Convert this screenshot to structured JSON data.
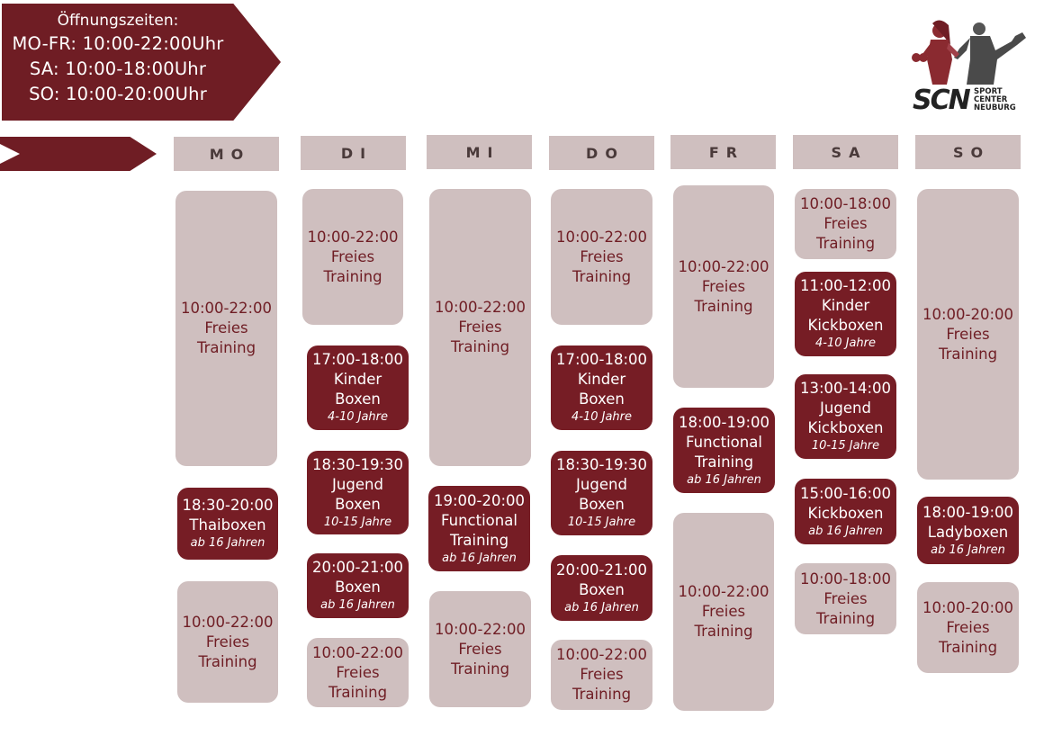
{
  "hours": {
    "title": "Öffnungszeiten:",
    "lines": [
      "MO-FR: 10:00-22:00Uhr",
      "SA: 10:00-18:00Uhr",
      "SO: 10:00-20:00Uhr"
    ]
  },
  "logo": {
    "brand": "SCN",
    "lines": [
      "SPORT",
      "CENTER",
      "NEUBURG"
    ]
  },
  "days": [
    {
      "label": "MO",
      "entries": [
        {
          "time": "10:00-22:00",
          "name": [
            "Freies",
            "Training"
          ],
          "age": "",
          "style": "light"
        },
        {
          "time": "18:30-20:00",
          "name": [
            "Thaiboxen"
          ],
          "age": "ab 16 Jahren",
          "style": "dark"
        },
        {
          "time": "10:00-22:00",
          "name": [
            "Freies",
            "Training"
          ],
          "age": "",
          "style": "light"
        }
      ]
    },
    {
      "label": "DI",
      "entries": [
        {
          "time": "10:00-22:00",
          "name": [
            "Freies",
            "Training"
          ],
          "age": "",
          "style": "light"
        },
        {
          "time": "17:00-18:00",
          "name": [
            "Kinder",
            "Boxen"
          ],
          "age": "4-10 Jahre",
          "style": "dark"
        },
        {
          "time": "18:30-19:30",
          "name": [
            "Jugend",
            "Boxen"
          ],
          "age": "10-15 Jahre",
          "style": "dark"
        },
        {
          "time": "20:00-21:00",
          "name": [
            "Boxen"
          ],
          "age": "ab 16 Jahren",
          "style": "dark"
        },
        {
          "time": "10:00-22:00",
          "name": [
            "Freies",
            "Training"
          ],
          "age": "",
          "style": "light"
        }
      ]
    },
    {
      "label": "MI",
      "entries": [
        {
          "time": "10:00-22:00",
          "name": [
            "Freies",
            "Training"
          ],
          "age": "",
          "style": "light"
        },
        {
          "time": "19:00-20:00",
          "name": [
            "Functional",
            "Training"
          ],
          "age": "ab 16 Jahren",
          "style": "dark"
        },
        {
          "time": "10:00-22:00",
          "name": [
            "Freies",
            "Training"
          ],
          "age": "",
          "style": "light"
        }
      ]
    },
    {
      "label": "DO",
      "entries": [
        {
          "time": "10:00-22:00",
          "name": [
            "Freies",
            "Training"
          ],
          "age": "",
          "style": "light"
        },
        {
          "time": "17:00-18:00",
          "name": [
            "Kinder",
            "Boxen"
          ],
          "age": "4-10 Jahre",
          "style": "dark"
        },
        {
          "time": "18:30-19:30",
          "name": [
            "Jugend",
            "Boxen"
          ],
          "age": "10-15 Jahre",
          "style": "dark"
        },
        {
          "time": "20:00-21:00",
          "name": [
            "Boxen"
          ],
          "age": "ab 16 Jahren",
          "style": "dark"
        },
        {
          "time": "10:00-22:00",
          "name": [
            "Freies",
            "Training"
          ],
          "age": "",
          "style": "light"
        }
      ]
    },
    {
      "label": "FR",
      "entries": [
        {
          "time": "10:00-22:00",
          "name": [
            "Freies",
            "Training"
          ],
          "age": "",
          "style": "light"
        },
        {
          "time": "18:00-19:00",
          "name": [
            "Functional",
            "Training"
          ],
          "age": "ab 16 Jahren",
          "style": "dark"
        },
        {
          "time": "10:00-22:00",
          "name": [
            "Freies",
            "Training"
          ],
          "age": "",
          "style": "light"
        }
      ]
    },
    {
      "label": "SA",
      "entries": [
        {
          "time": "10:00-18:00",
          "name": [
            "Freies",
            "Training"
          ],
          "age": "",
          "style": "light"
        },
        {
          "time": "11:00-12:00",
          "name": [
            "Kinder",
            "Kickboxen"
          ],
          "age": "4-10 Jahre",
          "style": "dark"
        },
        {
          "time": "13:00-14:00",
          "name": [
            "Jugend",
            "Kickboxen"
          ],
          "age": "10-15 Jahre",
          "style": "dark"
        },
        {
          "time": "15:00-16:00",
          "name": [
            "Kickboxen"
          ],
          "age": "ab 16 Jahren",
          "style": "dark"
        },
        {
          "time": "10:00-18:00",
          "name": [
            "Freies",
            "Training"
          ],
          "age": "",
          "style": "light"
        }
      ]
    },
    {
      "label": "SO",
      "entries": [
        {
          "time": "10:00-20:00",
          "name": [
            "Freies",
            "Training"
          ],
          "age": "",
          "style": "light"
        },
        {
          "time": "18:00-19:00",
          "name": [
            "Ladyboxen"
          ],
          "age": "ab 16 Jahren",
          "style": "dark"
        },
        {
          "time": "10:00-20:00",
          "name": [
            "Freies",
            "Training"
          ],
          "age": "",
          "style": "light"
        }
      ]
    }
  ],
  "colors": {
    "dark": "#761d25",
    "light": "#cfbfbf",
    "banner": "#6f1d24"
  }
}
